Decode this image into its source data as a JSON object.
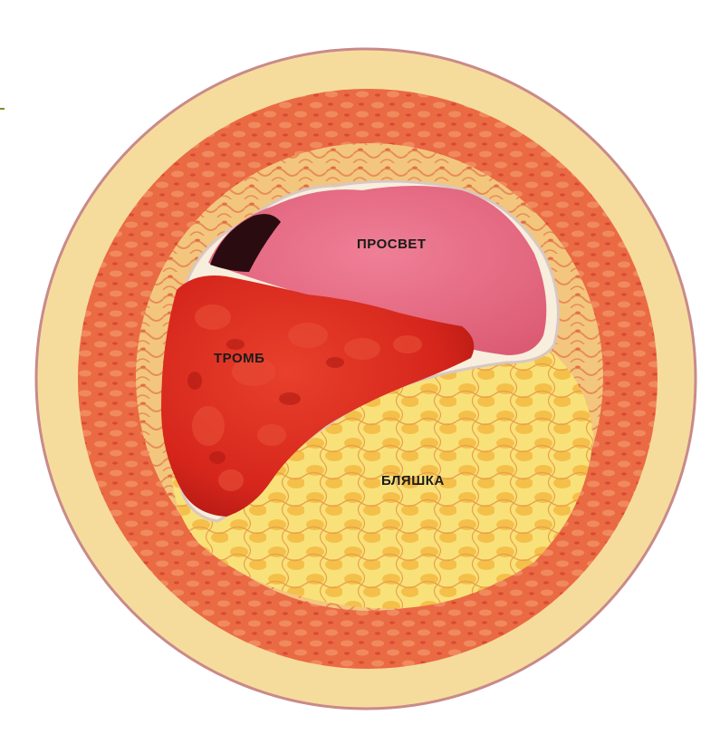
{
  "labels": {
    "lumen": "ПРОСВЕТ",
    "thrombus": "ТРОМБ",
    "plaque": "БЛЯШКА"
  },
  "colors": {
    "adventitia": "#f6dc9c",
    "media": "#e8603f",
    "intima_pale": "#f4cf8a",
    "plaque": "#f6e06a",
    "thrombus": "#d8281c",
    "lumen": "#e86a84",
    "outline": "#b86a6a"
  }
}
